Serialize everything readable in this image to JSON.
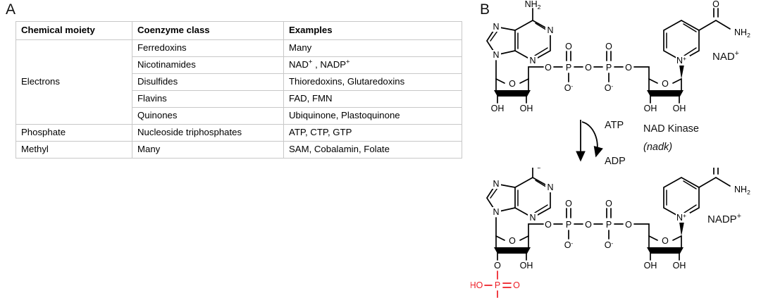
{
  "panels": {
    "a_label": "A",
    "b_label": "B"
  },
  "table": {
    "headers": [
      "Chemical moiety",
      "Coenzyme class",
      "Examples"
    ],
    "groups": [
      {
        "moiety": "Electrons",
        "rows": [
          {
            "coenzyme_class": "Ferredoxins",
            "examples": "Many"
          },
          {
            "coenzyme_class": "Nicotinamides",
            "examples_html": "NAD<sup>+</sup> , NADP<sup>+</sup>",
            "examples": "NAD+ , NADP+"
          },
          {
            "coenzyme_class": "Disulfides",
            "examples": "Thioredoxins, Glutaredoxins"
          },
          {
            "coenzyme_class": "Flavins",
            "examples": "FAD, FMN"
          },
          {
            "coenzyme_class": "Quinones",
            "examples": "Ubiquinone, Plastoquinone"
          }
        ]
      },
      {
        "moiety": "Phosphate",
        "rows": [
          {
            "coenzyme_class": "Nucleoside triphosphates",
            "examples": "ATP, CTP, GTP"
          }
        ]
      },
      {
        "moiety": "Methyl",
        "rows": [
          {
            "coenzyme_class": "Many",
            "examples": "SAM, Cobalamin, Folate"
          }
        ]
      }
    ]
  },
  "reaction": {
    "substrate_name": "NAD",
    "substrate_charge": "+",
    "product_name": "NADP",
    "product_charge": "+",
    "enzyme_name": "NAD Kinase",
    "enzyme_gene": "(nadk)",
    "cofactor_in": "ATP",
    "cofactor_out": "ADP",
    "atoms": {
      "amine": "NH",
      "amine_sub": "2",
      "nitrogen": "N",
      "oxygen": "O",
      "phosphorus": "P",
      "hydroxyl": "OH",
      "hydroxyl_reversed": "HO",
      "oxide_charge": "-",
      "n_plus_charge": "+"
    },
    "colors": {
      "added_phosphate": "#ed1c24",
      "bond": "#000000",
      "table_border": "#c8c8c8"
    }
  }
}
